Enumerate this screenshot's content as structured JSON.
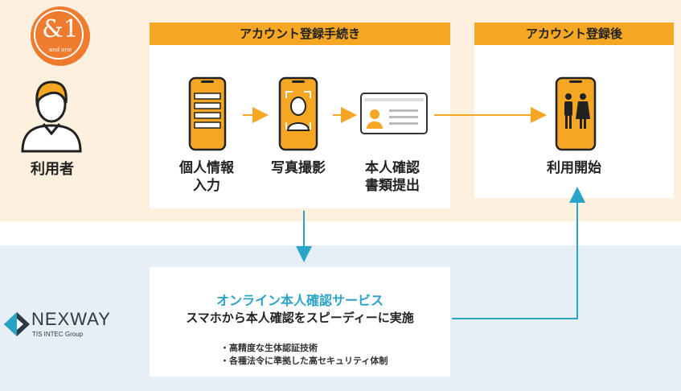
{
  "logo": {
    "main": "&1",
    "sub": "and one"
  },
  "user": {
    "label": "利用者"
  },
  "process": {
    "header": "アカウント登録手続き",
    "steps": [
      {
        "line1": "個人情報",
        "line2": "入力",
        "icon": "phone-form-icon"
      },
      {
        "line1": "写真撮影",
        "line2": "",
        "icon": "phone-camera-icon"
      },
      {
        "line1": "本人確認",
        "line2": "書類提出",
        "icon": "id-card-icon"
      }
    ]
  },
  "after": {
    "header": "アカウント登録後",
    "label": "利用開始",
    "icon": "phone-people-icon"
  },
  "service": {
    "title": "オンライン本人確認サービス",
    "subtitle": "スマホから本人確認をスピーディーに実施",
    "bullets": [
      "・高精度な生体認証技術",
      "・各種法令に準拠した高セキュリティ体制"
    ]
  },
  "vendor": {
    "name": "NEXWAY",
    "group": "TIS INTEC Group"
  },
  "colors": {
    "orange": "#f5a623",
    "blue": "#2aa3c8",
    "top_band": "#fdf0de",
    "bottom_band": "#e5eff5"
  }
}
